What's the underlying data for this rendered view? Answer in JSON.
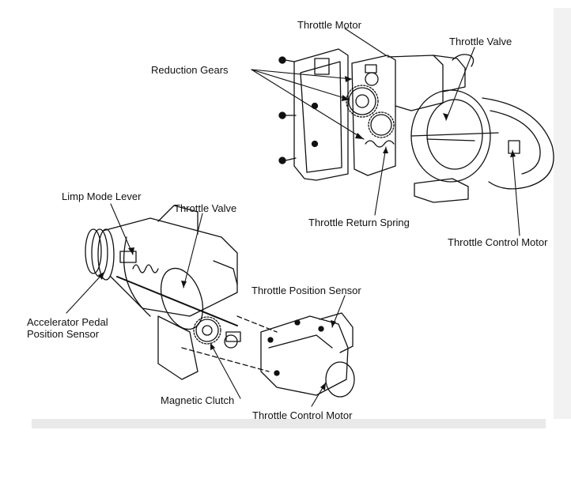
{
  "labels": {
    "throttle_motor": "Throttle Motor",
    "throttle_valve_top": "Throttle Valve",
    "reduction_gears": "Reduction Gears",
    "throttle_return_spring": "Throttle Return Spring",
    "throttle_control_motor_top": "Throttle Control Motor",
    "limp_mode_lever": "Limp Mode Lever",
    "throttle_valve_bottom": "Throttle Valve",
    "throttle_position_sensor": "Throttle Position Sensor",
    "accelerator_pedal_position_sensor": "Accelerator Pedal Position Sensor",
    "magnetic_clutch": "Magnetic Clutch",
    "throttle_control_motor_bottom": "Throttle Control Motor"
  },
  "colors": {
    "ink": "#111111",
    "paper": "#ffffff",
    "band": "#e6e6e6"
  }
}
